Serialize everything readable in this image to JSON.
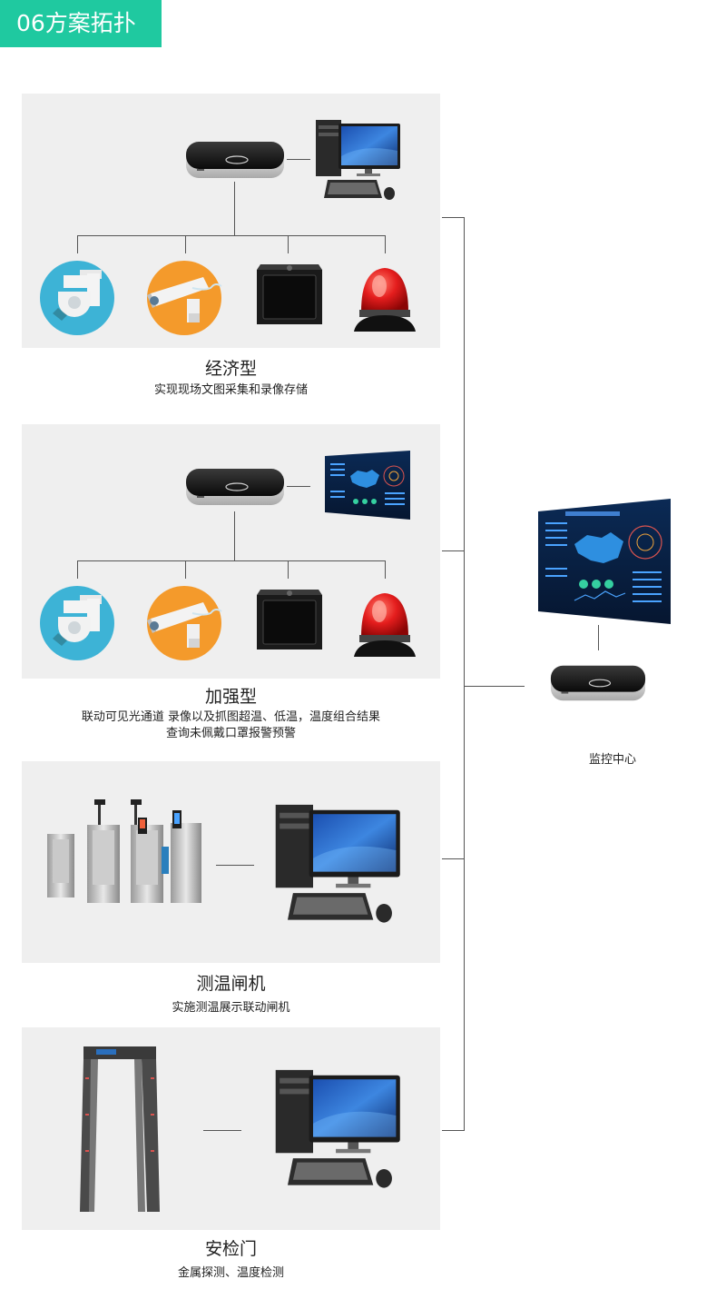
{
  "header": {
    "label": "06方案拓扑"
  },
  "sections": [
    {
      "title": "经济型",
      "desc_lines": [
        "实现现场文图采集和录像存储"
      ]
    },
    {
      "title": "加强型",
      "desc_lines": [
        "联动可见光通道 录像以及抓图超温、低温，温度组合结果",
        "查询未佩戴口罩报警预警"
      ]
    },
    {
      "title": "测温闸机",
      "desc_lines": [
        "实施测温展示联动闸机"
      ]
    },
    {
      "title": "安检门",
      "desc_lines": [
        "金属探测、温度检测"
      ]
    }
  ],
  "center": {
    "label": "监控中心"
  },
  "colors": {
    "accent": "#1fc9a0",
    "panel": "#efefef",
    "camera_blue": "#3db3d6",
    "camera_orange": "#f49a2b",
    "alarm_red": "#e31c1c"
  },
  "icons": [
    "nvr-box-icon",
    "desktop-computer-icon",
    "dome-camera-icon",
    "bullet-camera-icon",
    "thermal-sensor-icon",
    "alarm-light-icon",
    "dashboard-screen-icon",
    "turnstile-gate-icon",
    "metal-detector-gate-icon"
  ]
}
